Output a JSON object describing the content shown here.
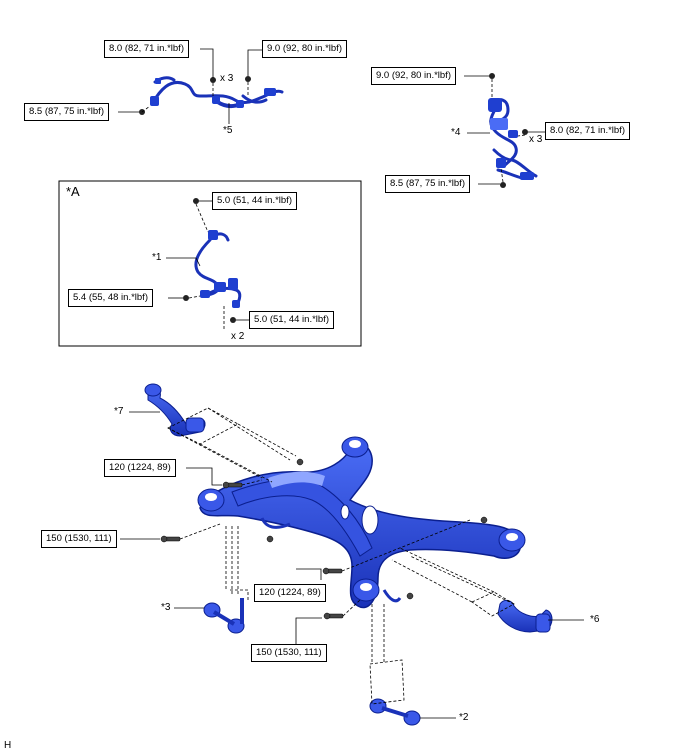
{
  "panel_label": "*A",
  "footer_code": "H",
  "torque": {
    "t1": "8.0 (82, 71 in.*lbf)",
    "t2": "9.0 (92, 80 in.*lbf)",
    "t3": "8.5 (87, 75 in.*lbf)",
    "t4": "9.0 (92, 80 in.*lbf)",
    "t5": "8.0 (82, 71 in.*lbf)",
    "t6": "8.5 (87, 75 in.*lbf)",
    "t7": "5.0 (51, 44 in.*lbf)",
    "t8": "5.4 (55, 48 in.*lbf)",
    "t9": "5.0 (51, 44 in.*lbf)",
    "t10": "120 (1224, 89)",
    "t11": "150 (1530, 111)",
    "t12": "120 (1224, 89)",
    "t13": "150 (1530, 111)"
  },
  "counts": {
    "c1": "x 3",
    "c2": "x 3",
    "c3": "x 2"
  },
  "parts": {
    "p1": "*1",
    "p2": "*2",
    "p3": "*3",
    "p4": "*4",
    "p5": "*5",
    "p6": "*6",
    "p7": "*7"
  },
  "colors": {
    "part_blue": "#1f3fd0",
    "part_dark": "#0b1f8f",
    "part_light": "#6f8cff",
    "line": "#000000"
  }
}
